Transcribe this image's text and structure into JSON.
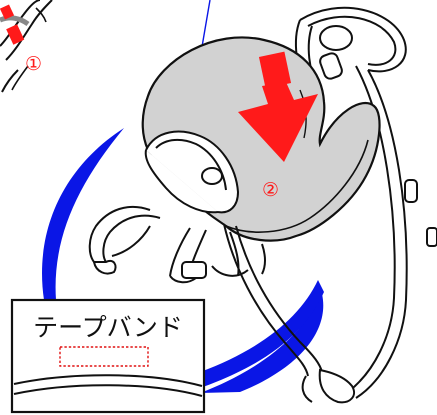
{
  "figure": {
    "step_1_marker": "①",
    "step_2_marker": "②",
    "callout": {
      "title": "テープバンド"
    }
  },
  "colors": {
    "arrow_red": "#ff1a1a",
    "callout_blue": "#0a16e6",
    "seat_fill": "#d2d2d2",
    "outline": "#111111",
    "dashed_red": "#e01010"
  },
  "icons": {
    "step_1": "red-tape-marker-icon",
    "step_2": "down-arrow-icon",
    "callout": "magnify-callout-icon"
  }
}
